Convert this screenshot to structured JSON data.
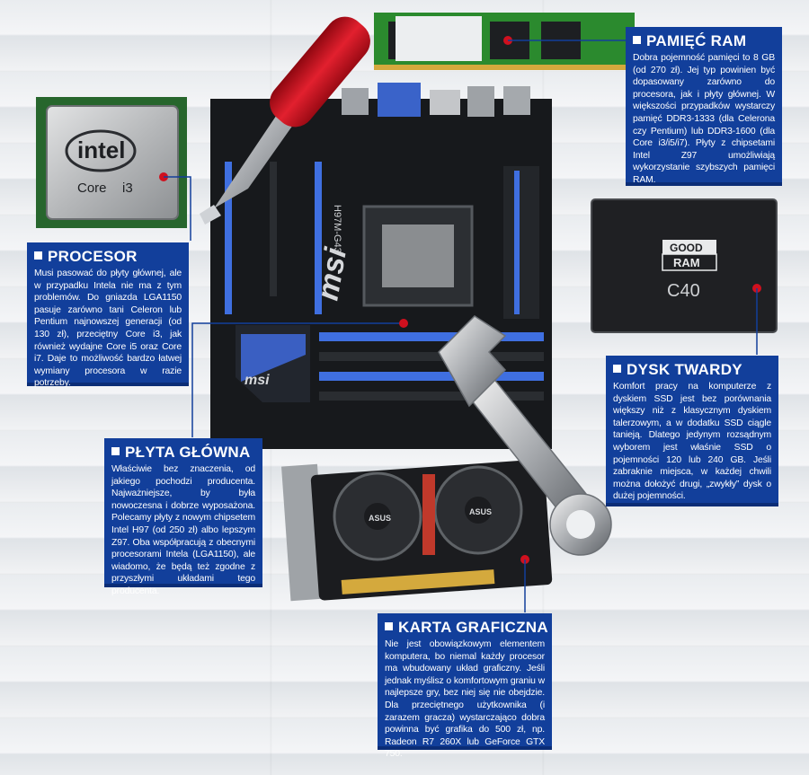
{
  "components": {
    "ram": {
      "title": "PAMIĘĆ  RAM",
      "text": "Dobra pojemność pamięci to 8 GB (od 270 zł). Jej typ powinien być dopasowany zarówno do procesora, jak i płyty głównej. W większości przypadków wystarczy pamięć DDR3-1333 (dla Celerona czy Pentium) lub DDR3-1600 (dla Core i3/i5/i7). Płyty z chipsetami Intel Z97 umożliwiają wykorzystanie szybszych pamięci RAM."
    },
    "cpu": {
      "title": "PROCESOR",
      "text": "Musi pasować do płyty głównej, ale w przypadku Intela nie ma z tym problemów. Do gniazda LGA1150 pasuje zarówno tani Celeron lub Pentium najnowszej generacji (od 130 zł), przeciętny Core i3, jak również wydajne Core i5 oraz Core i7. Daje to możliwość bardzo łatwej wymiany procesora w razie potrzeby."
    },
    "ssd": {
      "title": "DYSK  TWARDY",
      "text": "Komfort pracy na komputerze z dyskiem SSD jest bez porównania większy niż z klasycznym dyskiem talerzowym, a w dodatku SSD ciągle tanieją. Dlatego jedynym rozsądnym wyborem jest właśnie SSD o pojemności 120 lub 240 GB. Jeśli zabraknie miejsca, w każdej chwili można dołożyć drugi, „zwykły” dysk o dużej pojemności."
    },
    "mobo": {
      "title": "PŁYTA  GŁÓWNA",
      "text": "Właściwie bez znaczenia, od jakiego pochodzi producenta. Najważniejsze, by była nowoczesna i dobrze wyposażona. Polecamy płyty z nowym chipsetem Intel H97 (od 250 zł) albo lepszym Z97. Oba współpracują z obecnymi procesorami Intela (LGA1150), ale wiadomo, że będą też zgodne z przyszłymi układami tego producenta."
    },
    "gpu": {
      "title": "KARTA  GRAFICZNA",
      "text": "Nie jest obowiązkowym elementem komputera, bo niemal każdy procesor ma wbudowany układ graficzny. Jeśli jednak myślisz o komfortowym graniu w najlepsze gry, bez niej się nie obejdzie. Dla przeciętnego użytkownika (i zarazem gracza) wystarczająco dobra powinna być grafika do 500 zł, np. Radeon R7 260X lub GeForce GTX 750."
    }
  },
  "product_marks": {
    "cpu_brand": "intel",
    "cpu_model": "Core",
    "cpu_model_suffix": "i3",
    "mobo_brand": "msi",
    "mobo_model": "H97M-G43",
    "ssd_brand_top": "GOOD",
    "ssd_brand_bottom": "RAM",
    "ssd_model": "C40",
    "gpu_brand": "ASUS"
  },
  "colors": {
    "box_blue": "#123f9b",
    "pointer_red": "#d0101e",
    "pcb_green": "#2b8a2e"
  }
}
